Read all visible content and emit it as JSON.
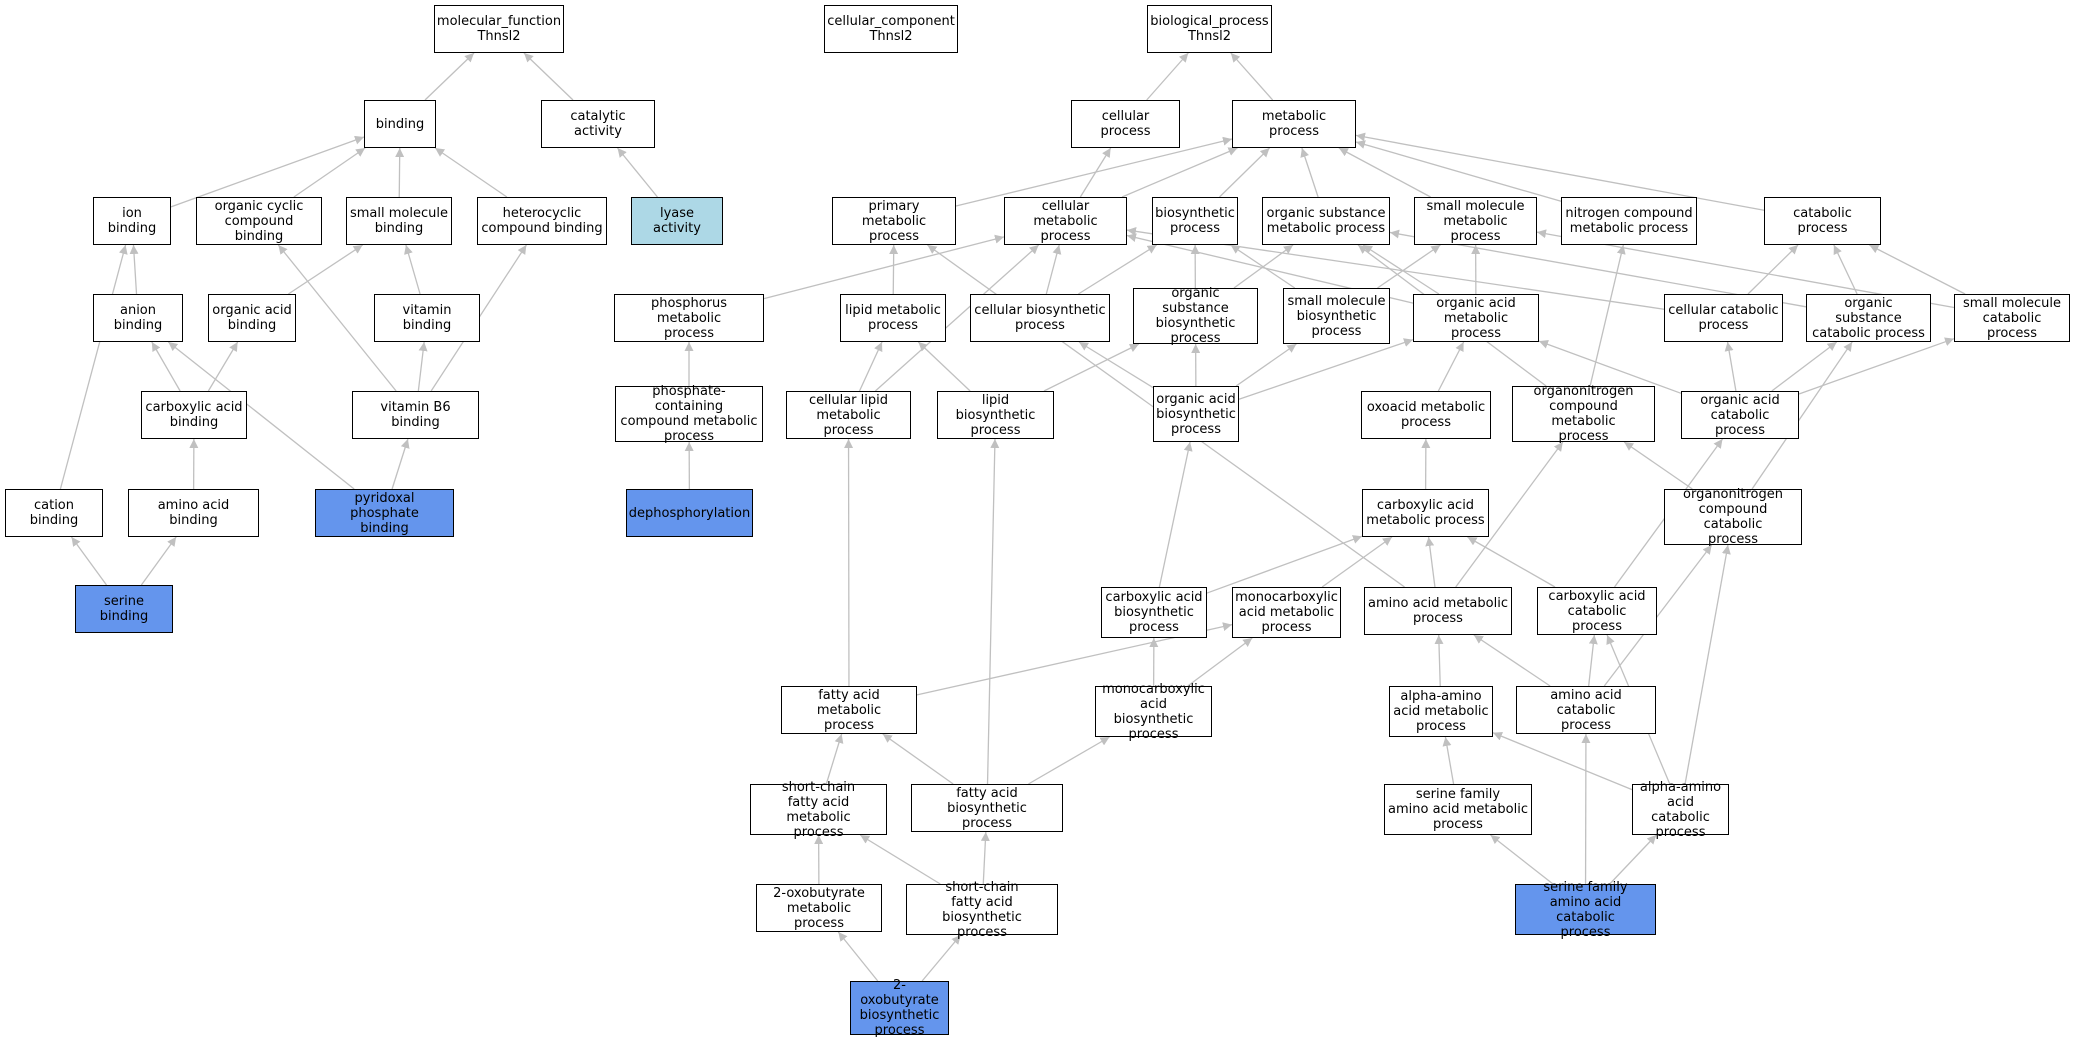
{
  "colors": {
    "edge": "#c0c0c0",
    "node_border": "#000000",
    "node_fill": "#ffffff",
    "selected_fill": "#6495ed",
    "highlight_fill": "#add8e6"
  },
  "nodes": {
    "molecular_function": {
      "label": "molecular_function\nThnsl2",
      "style": "plain"
    },
    "cellular_component": {
      "label": "cellular_component\nThnsl2",
      "style": "plain"
    },
    "biological_process": {
      "label": "biological_process\nThnsl2",
      "style": "plain"
    },
    "binding": {
      "label": "binding",
      "style": "plain"
    },
    "catalytic_activity": {
      "label": "catalytic activity",
      "style": "plain"
    },
    "cellular_process": {
      "label": "cellular process",
      "style": "plain"
    },
    "metabolic_process": {
      "label": "metabolic process",
      "style": "plain"
    },
    "ion_binding": {
      "label": "ion binding",
      "style": "plain"
    },
    "organic_cyclic_compound_binding": {
      "label": "organic cyclic\ncompound binding",
      "style": "plain"
    },
    "small_molecule_binding": {
      "label": "small molecule\nbinding",
      "style": "plain"
    },
    "heterocyclic_compound_binding": {
      "label": "heterocyclic\ncompound binding",
      "style": "plain"
    },
    "lyase_activity": {
      "label": "lyase activity",
      "style": "highlight"
    },
    "primary_metabolic_process": {
      "label": "primary metabolic\nprocess",
      "style": "plain"
    },
    "cellular_metabolic_process": {
      "label": "cellular metabolic\nprocess",
      "style": "plain"
    },
    "biosynthetic_process": {
      "label": "biosynthetic\nprocess",
      "style": "plain"
    },
    "organic_substance_metabolic_process": {
      "label": "organic substance\nmetabolic process",
      "style": "plain"
    },
    "small_molecule_metabolic_process": {
      "label": "small molecule\nmetabolic process",
      "style": "plain"
    },
    "nitrogen_compound_metabolic_process": {
      "label": "nitrogen compound\nmetabolic process",
      "style": "plain"
    },
    "catabolic_process": {
      "label": "catabolic process",
      "style": "plain"
    },
    "anion_binding": {
      "label": "anion binding",
      "style": "plain"
    },
    "organic_acid_binding": {
      "label": "organic acid\nbinding",
      "style": "plain"
    },
    "vitamin_binding": {
      "label": "vitamin binding",
      "style": "plain"
    },
    "phosphorus_metabolic_process": {
      "label": "phosphorus metabolic\nprocess",
      "style": "plain"
    },
    "lipid_metabolic_process": {
      "label": "lipid metabolic\nprocess",
      "style": "plain"
    },
    "cellular_biosynthetic_process": {
      "label": "cellular biosynthetic\nprocess",
      "style": "plain"
    },
    "organic_substance_biosynthetic_process": {
      "label": "organic substance\nbiosynthetic\nprocess",
      "style": "plain"
    },
    "small_molecule_biosynthetic_process": {
      "label": "small molecule\nbiosynthetic\nprocess",
      "style": "plain"
    },
    "organic_acid_metabolic_process": {
      "label": "organic acid\nmetabolic process",
      "style": "plain"
    },
    "cellular_catabolic_process": {
      "label": "cellular catabolic\nprocess",
      "style": "plain"
    },
    "organic_substance_catabolic_process": {
      "label": "organic substance\ncatabolic process",
      "style": "plain"
    },
    "small_molecule_catabolic_process": {
      "label": "small molecule\ncatabolic process",
      "style": "plain"
    },
    "carboxylic_acid_binding": {
      "label": "carboxylic acid\nbinding",
      "style": "plain"
    },
    "vitamin_b6_binding": {
      "label": "vitamin B6 binding",
      "style": "plain"
    },
    "phosphate_containing_compound_metabolic_process": {
      "label": "phosphate-containing\ncompound metabolic\nprocess",
      "style": "plain"
    },
    "cellular_lipid_metabolic_process": {
      "label": "cellular lipid\nmetabolic process",
      "style": "plain"
    },
    "lipid_biosynthetic_process": {
      "label": "lipid biosynthetic\nprocess",
      "style": "plain"
    },
    "organic_acid_biosynthetic_process": {
      "label": "organic acid\nbiosynthetic\nprocess",
      "style": "plain"
    },
    "oxoacid_metabolic_process": {
      "label": "oxoacid metabolic\nprocess",
      "style": "plain"
    },
    "organonitrogen_compound_metabolic_process": {
      "label": "organonitrogen\ncompound metabolic\nprocess",
      "style": "plain"
    },
    "organic_acid_catabolic_process": {
      "label": "organic acid\ncatabolic process",
      "style": "plain"
    },
    "cation_binding": {
      "label": "cation binding",
      "style": "plain"
    },
    "amino_acid_binding": {
      "label": "amino acid binding",
      "style": "plain"
    },
    "pyridoxal_phosphate_binding": {
      "label": "pyridoxal phosphate\nbinding",
      "style": "selected"
    },
    "dephosphorylation": {
      "label": "dephosphorylation",
      "style": "selected"
    },
    "carboxylic_acid_metabolic_process": {
      "label": "carboxylic acid\nmetabolic process",
      "style": "plain"
    },
    "organonitrogen_compound_catabolic_process": {
      "label": "organonitrogen\ncompound catabolic\nprocess",
      "style": "plain"
    },
    "serine_binding": {
      "label": "serine binding",
      "style": "selected"
    },
    "carboxylic_acid_biosynthetic_process": {
      "label": "carboxylic acid\nbiosynthetic\nprocess",
      "style": "plain"
    },
    "monocarboxylic_acid_metabolic_process": {
      "label": "monocarboxylic\nacid metabolic\nprocess",
      "style": "plain"
    },
    "amino_acid_metabolic_process": {
      "label": "amino acid metabolic\nprocess",
      "style": "plain"
    },
    "carboxylic_acid_catabolic_process": {
      "label": "carboxylic acid\ncatabolic process",
      "style": "plain"
    },
    "fatty_acid_metabolic_process": {
      "label": "fatty acid metabolic\nprocess",
      "style": "plain"
    },
    "monocarboxylic_acid_biosynthetic_process": {
      "label": "monocarboxylic\nacid biosynthetic\nprocess",
      "style": "plain"
    },
    "alpha_amino_acid_metabolic_process": {
      "label": "alpha-amino\nacid metabolic\nprocess",
      "style": "plain"
    },
    "amino_acid_catabolic_process": {
      "label": "amino acid catabolic\nprocess",
      "style": "plain"
    },
    "short_chain_fatty_acid_metabolic_process": {
      "label": "short-chain\nfatty acid metabolic\nprocess",
      "style": "plain"
    },
    "fatty_acid_biosynthetic_process": {
      "label": "fatty acid biosynthetic\nprocess",
      "style": "plain"
    },
    "serine_family_amino_acid_metabolic_process": {
      "label": "serine family\namino acid metabolic\nprocess",
      "style": "plain"
    },
    "alpha_amino_acid_catabolic_process": {
      "label": "alpha-amino\nacid catabolic\nprocess",
      "style": "plain"
    },
    "two_oxobutyrate_metabolic_process": {
      "label": "2-oxobutyrate\nmetabolic process",
      "style": "plain"
    },
    "short_chain_fatty_acid_biosynthetic_process": {
      "label": "short-chain\nfatty acid biosynthetic\nprocess",
      "style": "plain"
    },
    "serine_family_amino_acid_catabolic_process": {
      "label": "serine family\namino acid catabolic\nprocess",
      "style": "selected"
    },
    "two_oxobutyrate_biosynthetic_process": {
      "label": "2-oxobutyrate\nbiosynthetic\nprocess",
      "style": "selected"
    }
  },
  "edges": [
    [
      "binding",
      "molecular_function"
    ],
    [
      "catalytic_activity",
      "molecular_function"
    ],
    [
      "cellular_process",
      "biological_process"
    ],
    [
      "metabolic_process",
      "biological_process"
    ],
    [
      "ion_binding",
      "binding"
    ],
    [
      "organic_cyclic_compound_binding",
      "binding"
    ],
    [
      "small_molecule_binding",
      "binding"
    ],
    [
      "heterocyclic_compound_binding",
      "binding"
    ],
    [
      "lyase_activity",
      "catalytic_activity"
    ],
    [
      "cellular_metabolic_process",
      "cellular_process"
    ],
    [
      "primary_metabolic_process",
      "metabolic_process"
    ],
    [
      "cellular_metabolic_process",
      "metabolic_process"
    ],
    [
      "biosynthetic_process",
      "metabolic_process"
    ],
    [
      "organic_substance_metabolic_process",
      "metabolic_process"
    ],
    [
      "small_molecule_metabolic_process",
      "metabolic_process"
    ],
    [
      "nitrogen_compound_metabolic_process",
      "metabolic_process"
    ],
    [
      "catabolic_process",
      "metabolic_process"
    ],
    [
      "anion_binding",
      "ion_binding"
    ],
    [
      "organic_acid_binding",
      "small_molecule_binding"
    ],
    [
      "vitamin_binding",
      "small_molecule_binding"
    ],
    [
      "phosphorus_metabolic_process",
      "cellular_metabolic_process"
    ],
    [
      "lipid_metabolic_process",
      "primary_metabolic_process"
    ],
    [
      "cellular_biosynthetic_process",
      "cellular_metabolic_process"
    ],
    [
      "cellular_biosynthetic_process",
      "biosynthetic_process"
    ],
    [
      "organic_substance_biosynthetic_process",
      "biosynthetic_process"
    ],
    [
      "organic_substance_biosynthetic_process",
      "organic_substance_metabolic_process"
    ],
    [
      "small_molecule_biosynthetic_process",
      "biosynthetic_process"
    ],
    [
      "small_molecule_biosynthetic_process",
      "small_molecule_metabolic_process"
    ],
    [
      "organic_acid_metabolic_process",
      "small_molecule_metabolic_process"
    ],
    [
      "organic_acid_metabolic_process",
      "cellular_metabolic_process"
    ],
    [
      "organic_acid_metabolic_process",
      "organic_substance_metabolic_process"
    ],
    [
      "cellular_catabolic_process",
      "catabolic_process"
    ],
    [
      "cellular_catabolic_process",
      "cellular_metabolic_process"
    ],
    [
      "organic_substance_catabolic_process",
      "catabolic_process"
    ],
    [
      "organic_substance_catabolic_process",
      "organic_substance_metabolic_process"
    ],
    [
      "small_molecule_catabolic_process",
      "catabolic_process"
    ],
    [
      "small_molecule_catabolic_process",
      "small_molecule_metabolic_process"
    ],
    [
      "carboxylic_acid_binding",
      "anion_binding"
    ],
    [
      "carboxylic_acid_binding",
      "organic_acid_binding"
    ],
    [
      "vitamin_b6_binding",
      "vitamin_binding"
    ],
    [
      "vitamin_b6_binding",
      "organic_cyclic_compound_binding"
    ],
    [
      "vitamin_b6_binding",
      "heterocyclic_compound_binding"
    ],
    [
      "phosphate_containing_compound_metabolic_process",
      "phosphorus_metabolic_process"
    ],
    [
      "cellular_lipid_metabolic_process",
      "lipid_metabolic_process"
    ],
    [
      "cellular_lipid_metabolic_process",
      "cellular_metabolic_process"
    ],
    [
      "lipid_biosynthetic_process",
      "lipid_metabolic_process"
    ],
    [
      "lipid_biosynthetic_process",
      "organic_substance_biosynthetic_process"
    ],
    [
      "organic_acid_biosynthetic_process",
      "organic_acid_metabolic_process"
    ],
    [
      "organic_acid_biosynthetic_process",
      "small_molecule_biosynthetic_process"
    ],
    [
      "organic_acid_biosynthetic_process",
      "organic_substance_biosynthetic_process"
    ],
    [
      "organic_acid_biosynthetic_process",
      "cellular_biosynthetic_process"
    ],
    [
      "oxoacid_metabolic_process",
      "organic_acid_metabolic_process"
    ],
    [
      "organonitrogen_compound_metabolic_process",
      "nitrogen_compound_metabolic_process"
    ],
    [
      "organonitrogen_compound_metabolic_process",
      "organic_substance_metabolic_process"
    ],
    [
      "organic_acid_catabolic_process",
      "cellular_catabolic_process"
    ],
    [
      "organic_acid_catabolic_process",
      "organic_substance_catabolic_process"
    ],
    [
      "organic_acid_catabolic_process",
      "small_molecule_catabolic_process"
    ],
    [
      "organic_acid_catabolic_process",
      "organic_acid_metabolic_process"
    ],
    [
      "cation_binding",
      "ion_binding"
    ],
    [
      "amino_acid_binding",
      "carboxylic_acid_binding"
    ],
    [
      "pyridoxal_phosphate_binding",
      "vitamin_b6_binding"
    ],
    [
      "pyridoxal_phosphate_binding",
      "anion_binding"
    ],
    [
      "dephosphorylation",
      "phosphate_containing_compound_metabolic_process"
    ],
    [
      "carboxylic_acid_metabolic_process",
      "oxoacid_metabolic_process"
    ],
    [
      "organonitrogen_compound_catabolic_process",
      "organonitrogen_compound_metabolic_process"
    ],
    [
      "organonitrogen_compound_catabolic_process",
      "organic_substance_catabolic_process"
    ],
    [
      "serine_binding",
      "cation_binding"
    ],
    [
      "serine_binding",
      "amino_acid_binding"
    ],
    [
      "carboxylic_acid_biosynthetic_process",
      "carboxylic_acid_metabolic_process"
    ],
    [
      "carboxylic_acid_biosynthetic_process",
      "organic_acid_biosynthetic_process"
    ],
    [
      "monocarboxylic_acid_metabolic_process",
      "carboxylic_acid_metabolic_process"
    ],
    [
      "amino_acid_metabolic_process",
      "carboxylic_acid_metabolic_process"
    ],
    [
      "amino_acid_metabolic_process",
      "organonitrogen_compound_metabolic_process"
    ],
    [
      "amino_acid_metabolic_process",
      "primary_metabolic_process"
    ],
    [
      "carboxylic_acid_catabolic_process",
      "carboxylic_acid_metabolic_process"
    ],
    [
      "carboxylic_acid_catabolic_process",
      "organic_acid_catabolic_process"
    ],
    [
      "fatty_acid_metabolic_process",
      "cellular_lipid_metabolic_process"
    ],
    [
      "fatty_acid_metabolic_process",
      "monocarboxylic_acid_metabolic_process"
    ],
    [
      "monocarboxylic_acid_biosynthetic_process",
      "carboxylic_acid_biosynthetic_process"
    ],
    [
      "monocarboxylic_acid_biosynthetic_process",
      "monocarboxylic_acid_metabolic_process"
    ],
    [
      "alpha_amino_acid_metabolic_process",
      "amino_acid_metabolic_process"
    ],
    [
      "amino_acid_catabolic_process",
      "amino_acid_metabolic_process"
    ],
    [
      "amino_acid_catabolic_process",
      "carboxylic_acid_catabolic_process"
    ],
    [
      "amino_acid_catabolic_process",
      "organonitrogen_compound_catabolic_process"
    ],
    [
      "short_chain_fatty_acid_metabolic_process",
      "fatty_acid_metabolic_process"
    ],
    [
      "fatty_acid_biosynthetic_process",
      "fatty_acid_metabolic_process"
    ],
    [
      "fatty_acid_biosynthetic_process",
      "lipid_biosynthetic_process"
    ],
    [
      "fatty_acid_biosynthetic_process",
      "monocarboxylic_acid_biosynthetic_process"
    ],
    [
      "serine_family_amino_acid_metabolic_process",
      "alpha_amino_acid_metabolic_process"
    ],
    [
      "alpha_amino_acid_catabolic_process",
      "alpha_amino_acid_metabolic_process"
    ],
    [
      "alpha_amino_acid_catabolic_process",
      "carboxylic_acid_catabolic_process"
    ],
    [
      "alpha_amino_acid_catabolic_process",
      "organonitrogen_compound_catabolic_process"
    ],
    [
      "two_oxobutyrate_metabolic_process",
      "short_chain_fatty_acid_metabolic_process"
    ],
    [
      "short_chain_fatty_acid_biosynthetic_process",
      "short_chain_fatty_acid_metabolic_process"
    ],
    [
      "short_chain_fatty_acid_biosynthetic_process",
      "fatty_acid_biosynthetic_process"
    ],
    [
      "serine_family_amino_acid_catabolic_process",
      "serine_family_amino_acid_metabolic_process"
    ],
    [
      "serine_family_amino_acid_catabolic_process",
      "alpha_amino_acid_catabolic_process"
    ],
    [
      "serine_family_amino_acid_catabolic_process",
      "amino_acid_catabolic_process"
    ],
    [
      "two_oxobutyrate_biosynthetic_process",
      "two_oxobutyrate_metabolic_process"
    ],
    [
      "two_oxobutyrate_biosynthetic_process",
      "short_chain_fatty_acid_biosynthetic_process"
    ]
  ]
}
